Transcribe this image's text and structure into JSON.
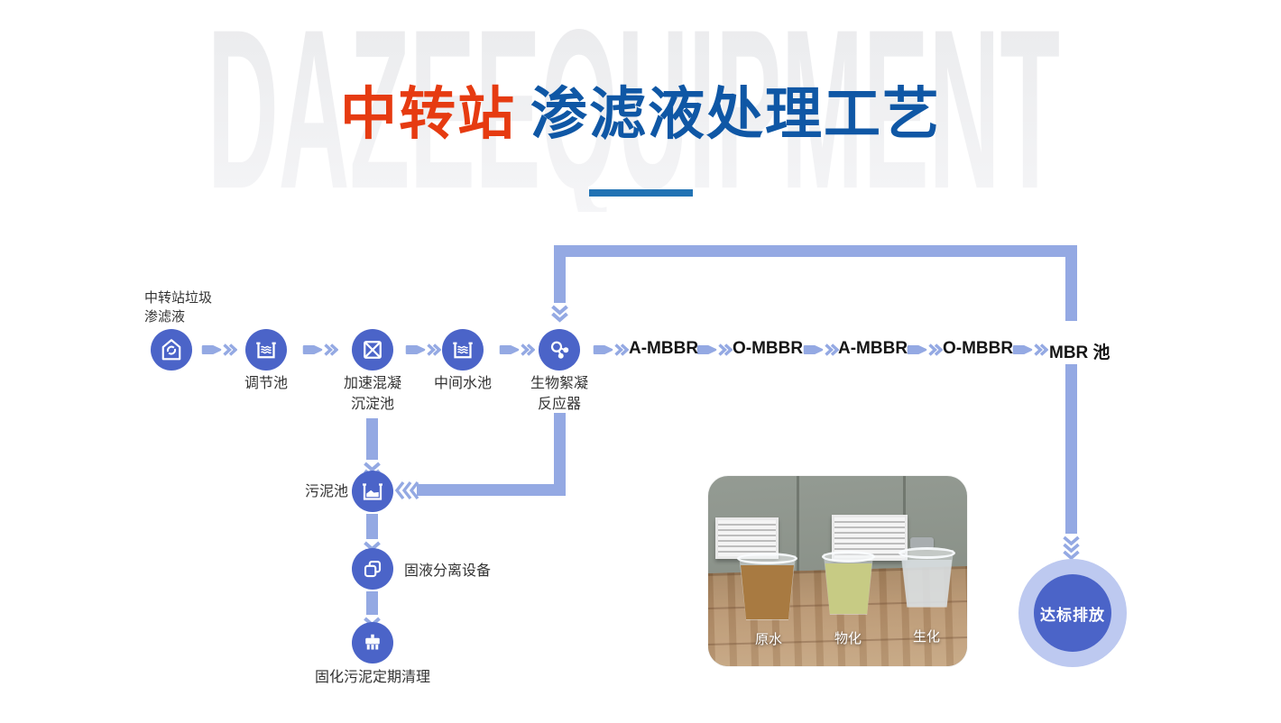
{
  "watermark": "DAZEEQUIPMENT",
  "title": {
    "highlight": "中转站",
    "rest": "渗滤液处理工艺"
  },
  "flow": {
    "source_label": "中转站垃圾\n渗滤液",
    "nodes": [
      {
        "icon": "transfer-station",
        "label": ""
      },
      {
        "icon": "regulating-tank",
        "label": "调节池"
      },
      {
        "icon": "coagulation-sedimentation-tank",
        "label": "加速混凝\n沉淀池"
      },
      {
        "icon": "intermediate-tank",
        "label": "中间水池"
      },
      {
        "icon": "bio-flocculation-reactor",
        "label": "生物絮凝\n反应器"
      }
    ],
    "mbbr_stages": [
      "A-MBBR",
      "O-MBBR",
      "A-MBBR",
      "O-MBBR",
      "MBR 池"
    ],
    "sludge_branch": {
      "sludge_tank": "污泥池",
      "separator": "固液分离设备",
      "solidified": "固化污泥定期清理"
    },
    "discharge_label": "达标排放"
  },
  "photo": {
    "labels": [
      "原水",
      "物化",
      "生化"
    ]
  },
  "colors": {
    "title_red": "#e63b11",
    "title_blue": "#0f57a5",
    "underline_blue": "#2273b4",
    "node_blue": "#4b64c8",
    "connector_blue": "#94a9e3",
    "ring_blue": "#bdc9f0"
  }
}
